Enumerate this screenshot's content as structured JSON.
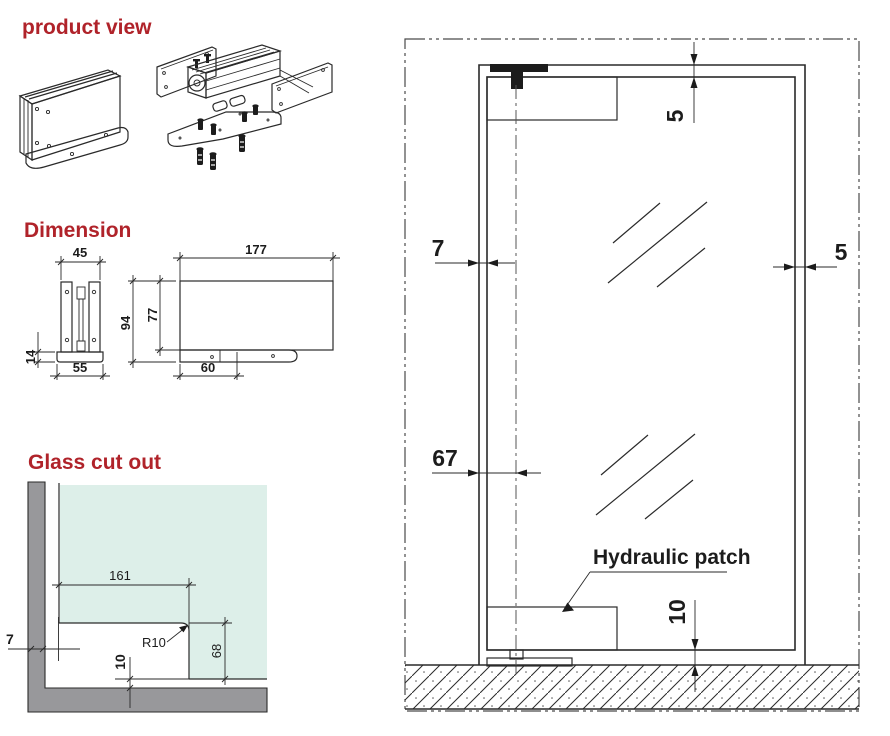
{
  "headings": {
    "product_view": "product view",
    "dimension": "Dimension",
    "glass_cutout": "Glass cut out"
  },
  "dimension_view": {
    "front": {
      "top_width": "45",
      "base_thickness": "14",
      "base_width": "55"
    },
    "side": {
      "length": "177",
      "total_height": "94",
      "body_height": "77",
      "base_length": "60"
    }
  },
  "glass_cutout_view": {
    "cut_width": "161",
    "corner_radius": "R10",
    "cut_height": "68",
    "edge_offset": "7",
    "bottom_offset": "10"
  },
  "elevation_view": {
    "top_gap": "5",
    "left_gap": "7",
    "right_gap": "5",
    "pivot_offset": "67",
    "floor_gap": "10",
    "callout": "Hydraulic patch"
  },
  "colors": {
    "accent": "#b0232a",
    "glass_fill": "#ddefe9",
    "wall_fill": "#98989b",
    "line": "#2a2a2a"
  }
}
